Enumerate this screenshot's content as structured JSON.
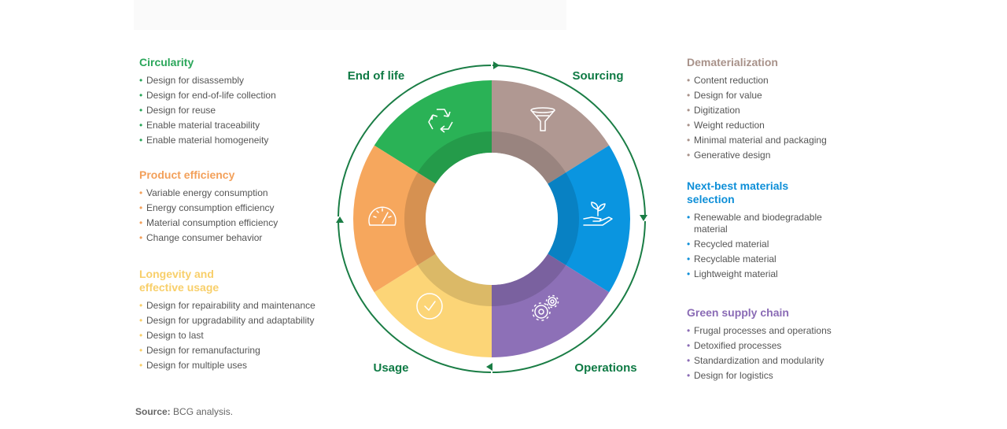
{
  "left_groups": [
    {
      "title": "Circularity",
      "color": "#2aa65a",
      "items": [
        "Design for disassembly",
        "Design for end-of-life collection",
        "Design for reuse",
        "Enable material traceability",
        "Enable material homogeneity"
      ]
    },
    {
      "title": "Product efficiency",
      "color": "#f3a05a",
      "items": [
        "Variable energy consumption",
        "Energy consumption efficiency",
        "Material consumption efficiency",
        "Change consumer behavior"
      ]
    },
    {
      "title": "Longevity and effective usage",
      "color": "#f8cf6a",
      "items": [
        "Design for repairability and maintenance",
        "Design for upgradability and adaptability",
        "Design to last",
        "Design for remanufacturing",
        "Design for multiple uses"
      ]
    }
  ],
  "right_groups": [
    {
      "title": "Dematerialization",
      "color": "#a8928a",
      "items": [
        "Content reduction",
        "Design for value",
        "Digitization",
        "Weight reduction",
        "Minimal material and packaging",
        "Generative design"
      ]
    },
    {
      "title": "Next-best materials selection",
      "color": "#0e8fd8",
      "items": [
        "Renewable and biodegradable material",
        "Recycled material",
        "Recyclable material",
        "Lightweight material"
      ]
    },
    {
      "title": "Green supply chain",
      "color": "#8a6bb5",
      "items": [
        "Frugal processes and operations",
        "Detoxified processes",
        "Standardization and modularity",
        "Design for logistics"
      ]
    }
  ],
  "cycle": {
    "stages": [
      {
        "label": "End of life",
        "color": "#2ab256",
        "icon": "recycle-icon"
      },
      {
        "label": "Sourcing",
        "color": "#b09892",
        "icon": "funnel-icon"
      },
      {
        "label": "Operations",
        "color": "#8d70b7",
        "icon": "gears-icon"
      },
      {
        "label": "Usage",
        "color": "#fcd577",
        "icon": "clock-icon"
      }
    ],
    "segment_colors": [
      "#2ab256",
      "#b09892",
      "#0a95e0",
      "#8d70b7",
      "#fcd577",
      "#f6a75d"
    ],
    "label_color": "#0e7a44",
    "arrow_color": "#1a7d45"
  },
  "source": {
    "prefix": "Source:",
    "text": "BCG analysis."
  }
}
